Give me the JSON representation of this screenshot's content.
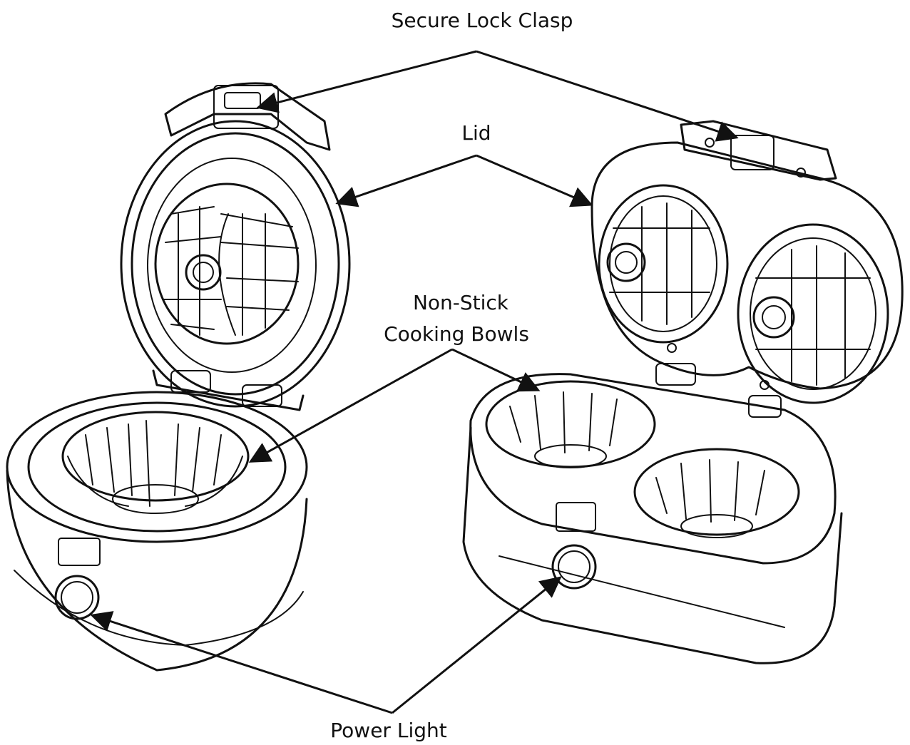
{
  "labels": {
    "secure_lock_clasp": "Secure Lock Clasp",
    "lid": "Lid",
    "non_stick_line1": "Non-Stick",
    "non_stick_line2": "Cooking Bowls",
    "power_light": "Power Light"
  },
  "colors": {
    "line": "#111111",
    "background": "#ffffff"
  }
}
